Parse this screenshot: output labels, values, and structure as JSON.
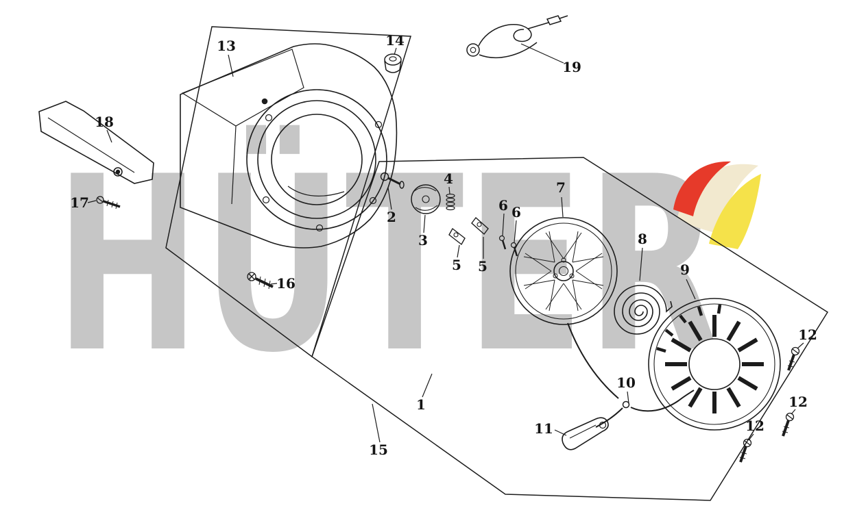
{
  "watermark": {
    "text": "HÜTER",
    "color": "#c6c6c6"
  },
  "logo": {
    "name": "huter-brand-swoosh",
    "colors": {
      "red": "#e63a2a",
      "cream": "#f2e9cf",
      "yellow": "#f5e24a"
    }
  },
  "diagram": {
    "type": "exploded-parts-diagram",
    "subject": "engine fan cover and recoil starter assembly",
    "labels": [
      {
        "text": "13"
      },
      {
        "text": "14"
      },
      {
        "text": "19"
      },
      {
        "text": "18"
      },
      {
        "text": "17"
      },
      {
        "text": "16"
      },
      {
        "text": "2"
      },
      {
        "text": "3"
      },
      {
        "text": "4"
      },
      {
        "text": "5"
      },
      {
        "text": "5"
      },
      {
        "text": "6"
      },
      {
        "text": "6"
      },
      {
        "text": "7"
      },
      {
        "text": "8"
      },
      {
        "text": "9"
      },
      {
        "text": "10"
      },
      {
        "text": "11"
      },
      {
        "text": "12"
      },
      {
        "text": "12"
      },
      {
        "text": "12"
      },
      {
        "text": "1"
      },
      {
        "text": "15"
      }
    ]
  }
}
